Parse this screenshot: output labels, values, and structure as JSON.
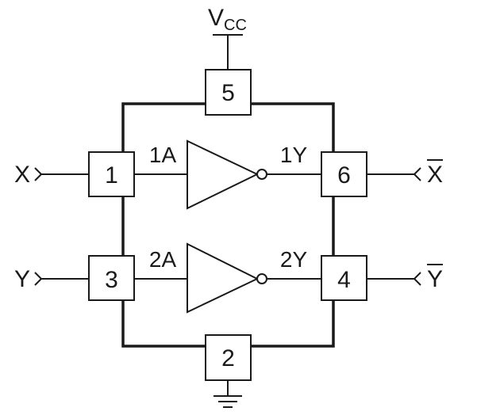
{
  "supply": {
    "label": "V",
    "subscript": "CC"
  },
  "pins": {
    "vcc": "5",
    "gnd": "2",
    "in1": "1",
    "in2": "3",
    "out1": "6",
    "out2": "4"
  },
  "gates": [
    {
      "input_label": "1A",
      "output_label": "1Y"
    },
    {
      "input_label": "2A",
      "output_label": "2Y"
    }
  ],
  "inputs": [
    "X",
    "Y"
  ],
  "outputs": [
    "X",
    "Y"
  ]
}
